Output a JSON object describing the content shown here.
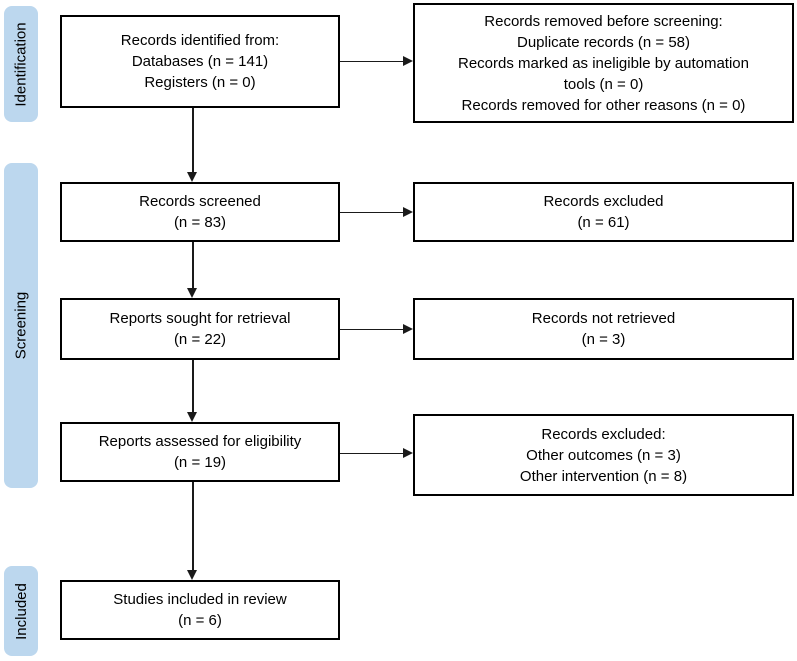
{
  "colors": {
    "phase-fill": "#BCD7EE",
    "box-border": "#000000",
    "arrow": "#1A1A1A",
    "background": "#FFFFFF",
    "text": "#000000"
  },
  "sidebar": {
    "phases": [
      {
        "label": "Identification"
      },
      {
        "label": "Screening"
      },
      {
        "label": "Included"
      }
    ]
  },
  "boxes": {
    "identified": {
      "lines": [
        "Records identified from:",
        "Databases (n = 141)",
        "Registers (n = 0)"
      ]
    },
    "removed_before_screening": {
      "lines": [
        "Records removed before screening:",
        "Duplicate records (n = 58)",
        "Records marked as ineligible by automation",
        "tools (n = 0)",
        "Records removed for other reasons (n = 0)"
      ]
    },
    "screened": {
      "lines": [
        "Records screened",
        "(n = 83)"
      ]
    },
    "excluded": {
      "lines": [
        "Records excluded",
        "(n = 61)"
      ]
    },
    "sought_for_retrieval": {
      "lines": [
        "Reports sought for retrieval",
        "(n = 22)"
      ]
    },
    "not_retrieved": {
      "lines": [
        "Records not retrieved",
        "(n = 3)"
      ]
    },
    "assessed_for_eligibility": {
      "lines": [
        "Reports assessed for eligibility",
        "(n = 19)"
      ]
    },
    "excluded_reasons": {
      "lines": [
        "Records excluded:",
        "Other outcomes (n = 3)",
        "Other intervention (n = 8)"
      ]
    },
    "included_in_review": {
      "lines": [
        "Studies included in review",
        "(n = 6)"
      ]
    }
  }
}
